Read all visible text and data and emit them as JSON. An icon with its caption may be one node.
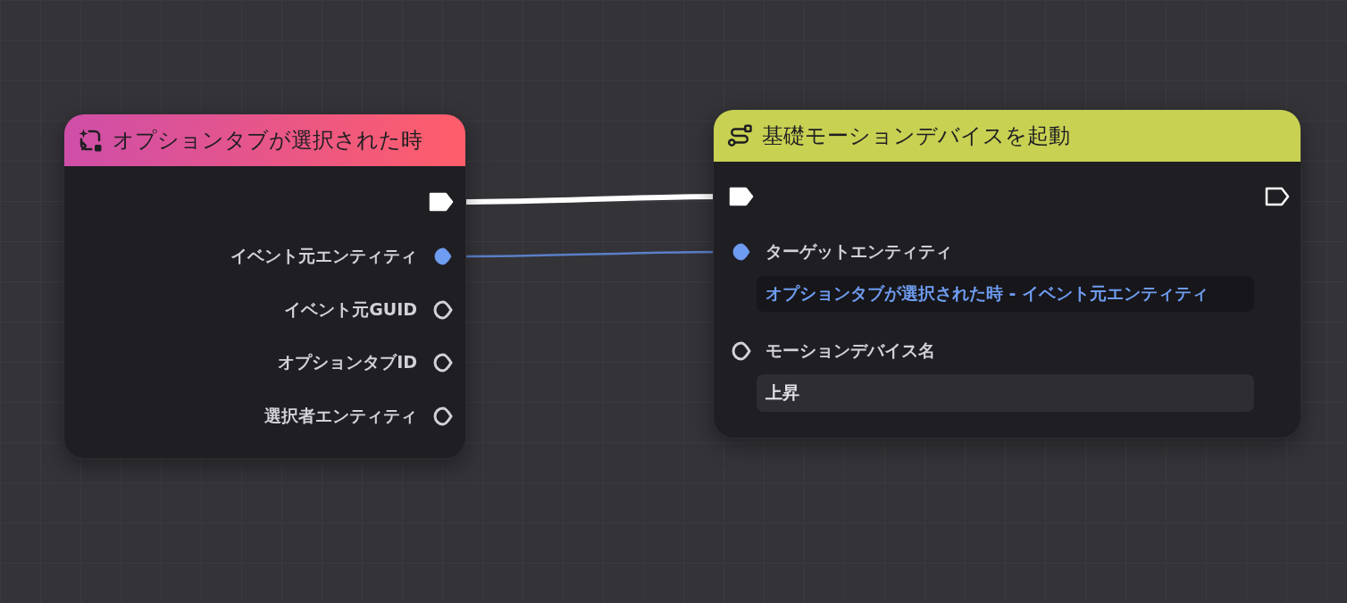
{
  "diagram": {
    "nodes": [
      {
        "text": [
          "オプションタブが選択された時"
        ]
      },
      {
        "text": [],
        "shape": "tag",
        "in": 0
      },
      {
        "text": [
          "イベント元エンティティ"
        ],
        "in": 0
      },
      {
        "text": [
          "イベント元GUID"
        ],
        "in": 0
      },
      {
        "text": [
          "オプションタブID"
        ],
        "in": 0
      },
      {
        "text": [
          "選択者エンティティ"
        ],
        "in": 0
      },
      {
        "text": [
          "基礎モーションデバイスを起動"
        ]
      },
      {
        "text": [],
        "shape": "tag",
        "in": 6
      },
      {
        "text": [],
        "shape": "tag",
        "in": 6
      },
      {
        "text": [
          "ターゲットエンティティ"
        ],
        "in": 6
      },
      {
        "text": [
          "オプションタブが選択された時 - イベント元エンティティ"
        ],
        "in": 6
      },
      {
        "text": [
          "モーションデバイス名"
        ],
        "in": 6
      },
      {
        "text": [
          "上昇"
        ],
        "in": 6
      }
    ],
    "edges": [
      {
        "from": 1,
        "to": 7,
        "arrow": "none",
        "style": "thick",
        "color": "#ffffff"
      },
      {
        "from": 2,
        "to": 9,
        "arrow": "none",
        "color": "#5b7fc7"
      }
    ]
  }
}
